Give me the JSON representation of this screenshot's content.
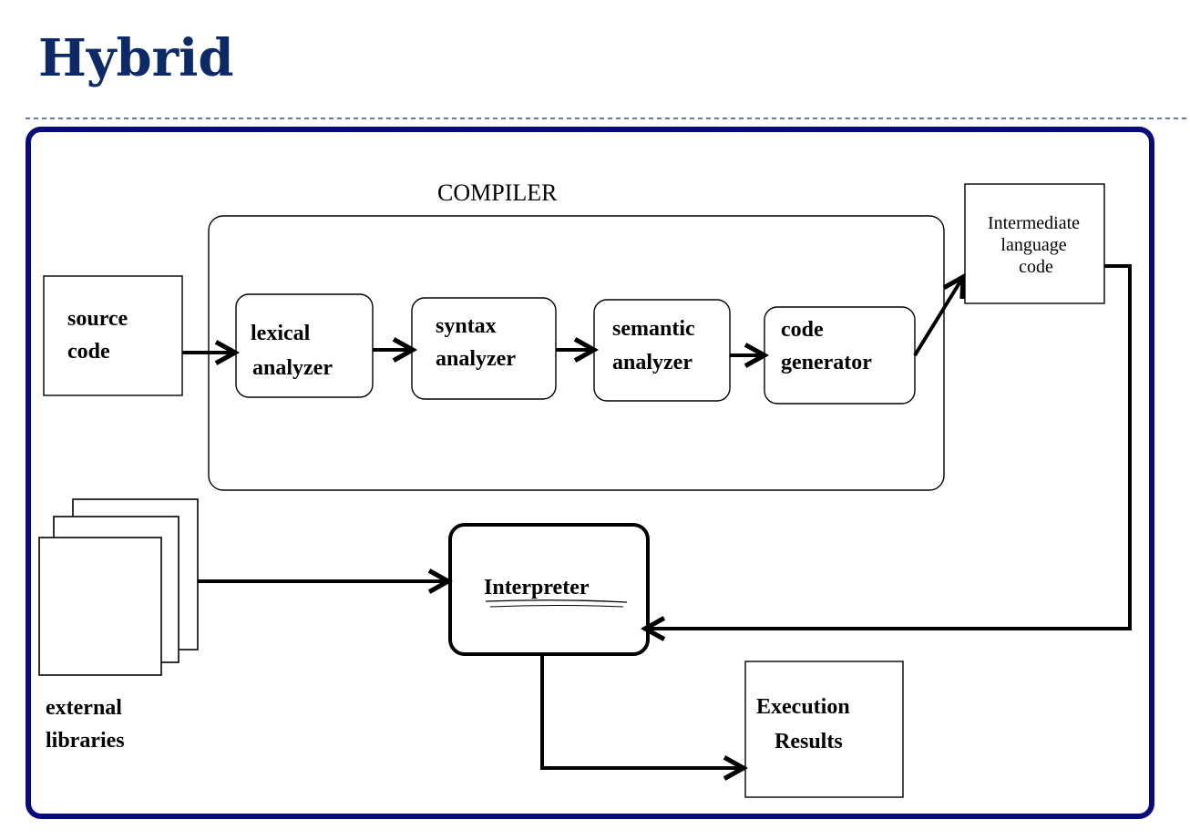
{
  "title": "Hybrid",
  "compiler": {
    "label": "COMPILER",
    "stages": [
      {
        "line1": "lexical",
        "line2": "analyzer"
      },
      {
        "line1": "syntax",
        "line2": "analyzer"
      },
      {
        "line1": "semantic",
        "line2": "analyzer"
      },
      {
        "line1": "code",
        "line2": "generator"
      }
    ]
  },
  "source": {
    "line1": "source",
    "line2": "code"
  },
  "intermediate": {
    "line1": "Intermediate",
    "line2": "language",
    "line3": "code"
  },
  "libraries": {
    "line1": "external",
    "line2": "libraries"
  },
  "interpreter": {
    "label": "Interpreter"
  },
  "results": {
    "line1": "Execution",
    "line2": "Results"
  },
  "colors": {
    "title": "#0d2a66",
    "frame": "#0a0a7a",
    "separator": "#3a4a7a"
  }
}
